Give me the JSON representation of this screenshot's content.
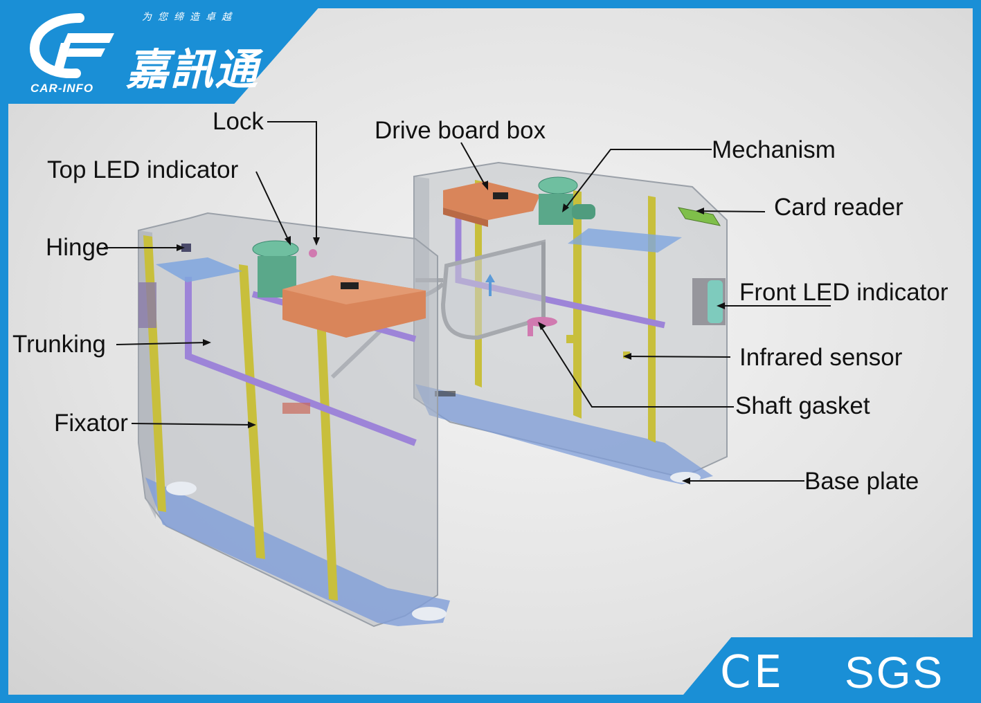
{
  "brand": {
    "slogan": "为您缔造卓越",
    "name_cn": "嘉訊通",
    "name_en": "CAR-INFO",
    "accent": "#1a8fd6"
  },
  "certifications": {
    "ce": "CE",
    "sgs": "SGS"
  },
  "labels": {
    "lock": "Lock",
    "top_led": "Top LED indicator",
    "hinge": "Hinge",
    "trunking": "Trunking",
    "fixator": "Fixator",
    "drive_board_box": "Drive board box",
    "mechanism": "Mechanism",
    "card_reader": "Card reader",
    "front_led": "Front LED indicator",
    "infrared_sensor": "Infrared sensor",
    "shaft_gasket": "Shaft gasket",
    "base_plate": "Base plate"
  },
  "colors": {
    "fixator": "#c8bf3c",
    "trunking": "#9d84d8",
    "drive_box": "#d9855a",
    "mechanism": "#6fbfa0",
    "base": "#7f9ed8"
  }
}
